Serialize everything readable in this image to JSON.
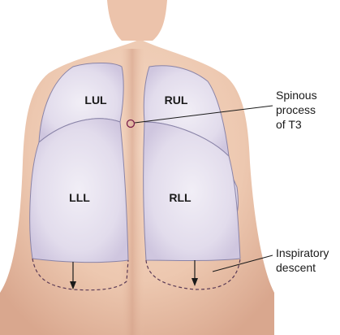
{
  "lobes": {
    "lul": "LUL",
    "rul": "RUL",
    "lll": "LLL",
    "rll": "RLL"
  },
  "annotations": {
    "spinous": [
      "Spinous",
      "process",
      "of T3"
    ],
    "inspiratory": [
      "Inspiratory",
      "descent"
    ]
  },
  "colors": {
    "background": "#ffffff",
    "skin_light": "#f1d2bd",
    "skin_dark": "#d7a58c",
    "lobe_fill": "#e5e0ee",
    "lobe_stroke": "#8a84a8",
    "marker": "#7a1d4a",
    "dashed_line": "#5a3a55"
  }
}
